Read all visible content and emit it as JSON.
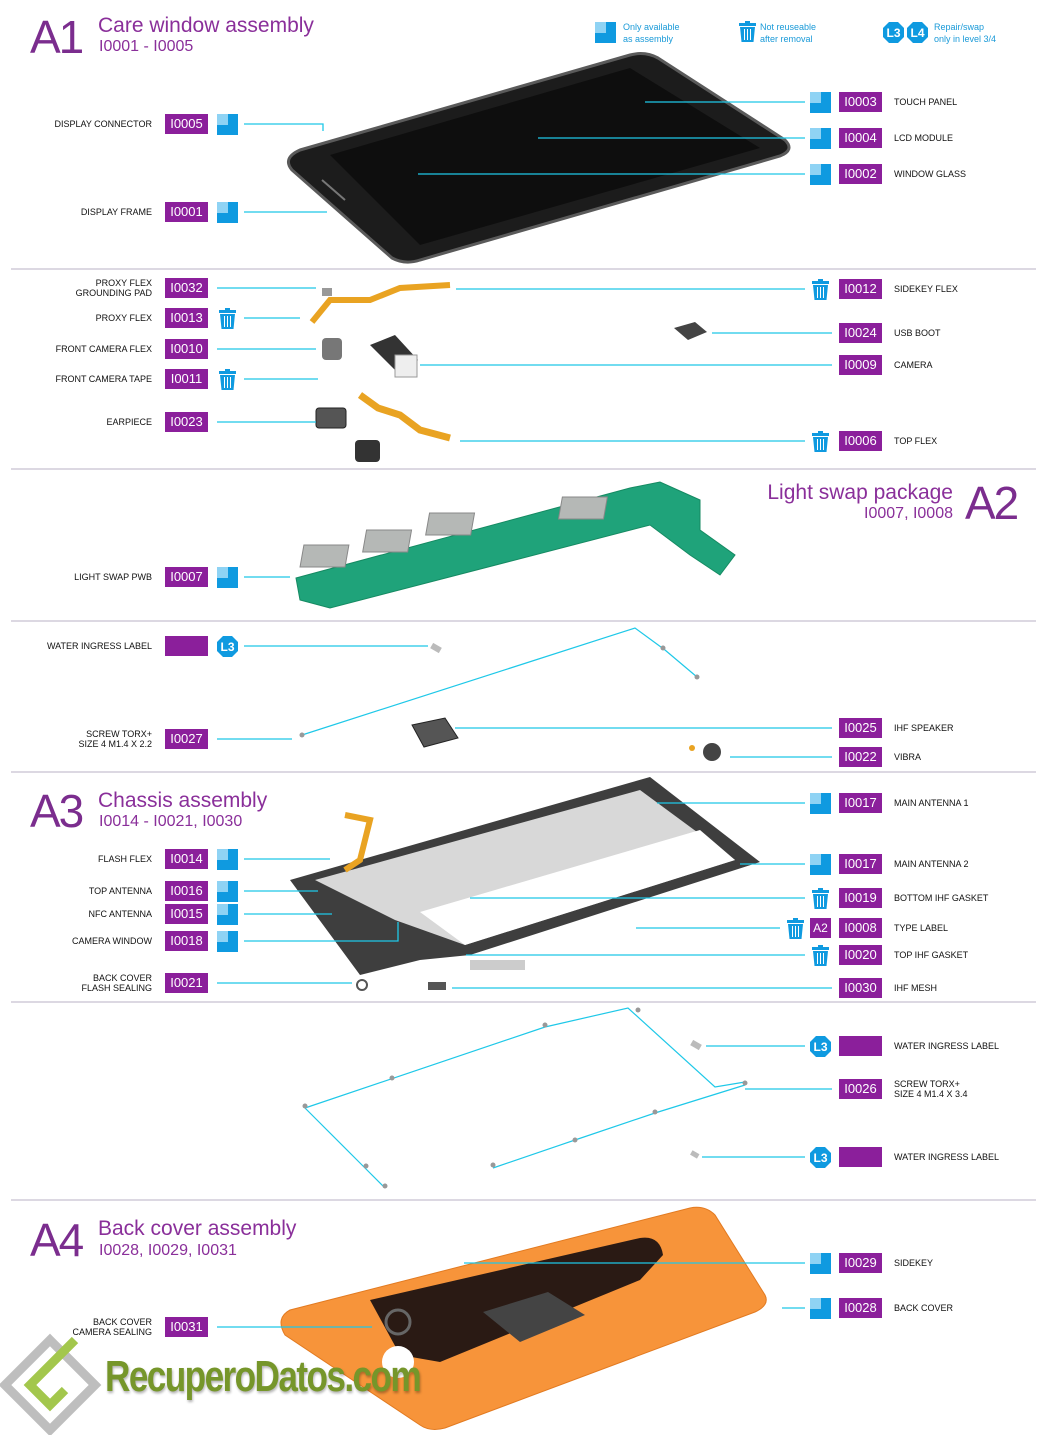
{
  "legend": {
    "assembly": [
      "Only available",
      "as assembly"
    ],
    "trash": [
      "Not reuseable",
      "after removal"
    ],
    "levels": [
      "L3",
      "L4"
    ],
    "level_text": [
      "Repair/swap",
      "only in level 3/4"
    ]
  },
  "sections": {
    "a1": {
      "letter": "A1",
      "title": "Care window assembly",
      "sub": "I0001 - I0005"
    },
    "a2": {
      "letter": "A2",
      "title": "Light swap package",
      "sub": "I0007, I0008"
    },
    "a3": {
      "letter": "A3",
      "title": "Chassis assembly",
      "sub": "I0014 - I0021, I0030"
    },
    "a4": {
      "letter": "A4",
      "title": "Back cover assembly",
      "sub": "I0028, I0029, I0031"
    }
  },
  "left_callouts": [
    {
      "label": [
        "DISPLAY CONNECTOR"
      ],
      "code": "I0005",
      "icon": "assembly"
    },
    {
      "label": [
        "DISPLAY FRAME"
      ],
      "code": "I0001",
      "icon": "assembly"
    },
    {
      "label": [
        "PROXY FLEX",
        "GROUNDING PAD"
      ],
      "code": "I0032",
      "icon": ""
    },
    {
      "label": [
        "PROXY FLEX"
      ],
      "code": "I0013",
      "icon": "trash"
    },
    {
      "label": [
        "FRONT CAMERA FLEX"
      ],
      "code": "I0010",
      "icon": ""
    },
    {
      "label": [
        "FRONT CAMERA TAPE"
      ],
      "code": "I0011",
      "icon": "trash"
    },
    {
      "label": [
        "EARPIECE"
      ],
      "code": "I0023",
      "icon": ""
    },
    {
      "label": [
        "LIGHT SWAP PWB"
      ],
      "code": "I0007",
      "icon": "assembly"
    },
    {
      "label": [
        "WATER INGRESS LABEL"
      ],
      "code": "",
      "icon": "L3"
    },
    {
      "label": [
        "SCREW TORX+",
        "SIZE 4 M1.4 x 2.2"
      ],
      "code": "I0027",
      "icon": ""
    },
    {
      "label": [
        "FLASH FLEX"
      ],
      "code": "I0014",
      "icon": "assembly"
    },
    {
      "label": [
        "TOP ANTENNA"
      ],
      "code": "I0016",
      "icon": "assembly"
    },
    {
      "label": [
        "NFC ANTENNA"
      ],
      "code": "I0015",
      "icon": "assembly"
    },
    {
      "label": [
        "CAMERA WINDOW"
      ],
      "code": "I0018",
      "icon": "assembly"
    },
    {
      "label": [
        "BACK COVER",
        "FLASH SEALING"
      ],
      "code": "I0021",
      "icon": ""
    },
    {
      "label": [
        "BACK COVER",
        "CAMERA SEALING"
      ],
      "code": "I0031",
      "icon": ""
    }
  ],
  "right_callouts": [
    {
      "label": [
        "TOUCH PANEL"
      ],
      "code": "I0003",
      "icon": "assembly"
    },
    {
      "label": [
        "LCD MODULE"
      ],
      "code": "I0004",
      "icon": "assembly"
    },
    {
      "label": [
        "WINDOW GLASS"
      ],
      "code": "I0002",
      "icon": "assembly"
    },
    {
      "label": [
        "SIDEKEY FLEX"
      ],
      "code": "I0012",
      "icon": "trash"
    },
    {
      "label": [
        "USB BOOT"
      ],
      "code": "I0024",
      "icon": ""
    },
    {
      "label": [
        "CAMERA"
      ],
      "code": "I0009",
      "icon": ""
    },
    {
      "label": [
        "TOP FLEX"
      ],
      "code": "I0006",
      "icon": "trash"
    },
    {
      "label": [
        "IHF SPEAKER"
      ],
      "code": "I0025",
      "icon": ""
    },
    {
      "label": [
        "VIBRA"
      ],
      "code": "I0022",
      "icon": ""
    },
    {
      "label": [
        "MAIN ANTENNA 1"
      ],
      "code": "I0017",
      "icon": "assembly"
    },
    {
      "label": [
        "MAIN ANTENNA 2"
      ],
      "code": "I0017",
      "icon": "assembly"
    },
    {
      "label": [
        "BOTTOM IHF GASKET"
      ],
      "code": "I0019",
      "icon": "trash"
    },
    {
      "label": [
        "TYPE LABEL"
      ],
      "code": "I0008",
      "icon": "trash",
      "extra": "A2"
    },
    {
      "label": [
        "TOP IHF GASKET"
      ],
      "code": "I0020",
      "icon": "trash"
    },
    {
      "label": [
        "IHF MESH"
      ],
      "code": "I0030",
      "icon": ""
    },
    {
      "label": [
        "WATER INGRESS LABEL"
      ],
      "code": "",
      "icon": "L3"
    },
    {
      "label": [
        "SCREW TORX+",
        "SIZE 4 M1.4 x 3.4"
      ],
      "code": "I0026",
      "icon": ""
    },
    {
      "label": [
        "WATER INGRESS LABEL"
      ],
      "code": "",
      "icon": "L3"
    },
    {
      "label": [
        "SIDEKEY"
      ],
      "code": "I0029",
      "icon": "assembly"
    },
    {
      "label": [
        "BACK COVER"
      ],
      "code": "I0028",
      "icon": "assembly"
    }
  ],
  "watermark": "RecuperoDatos.com",
  "colors": {
    "purple": "#8b1f9b",
    "cyan": "#1ec8e8",
    "blue": "#0f9ae0",
    "orange": "#f7943a",
    "pcb": "#1fa37a"
  }
}
